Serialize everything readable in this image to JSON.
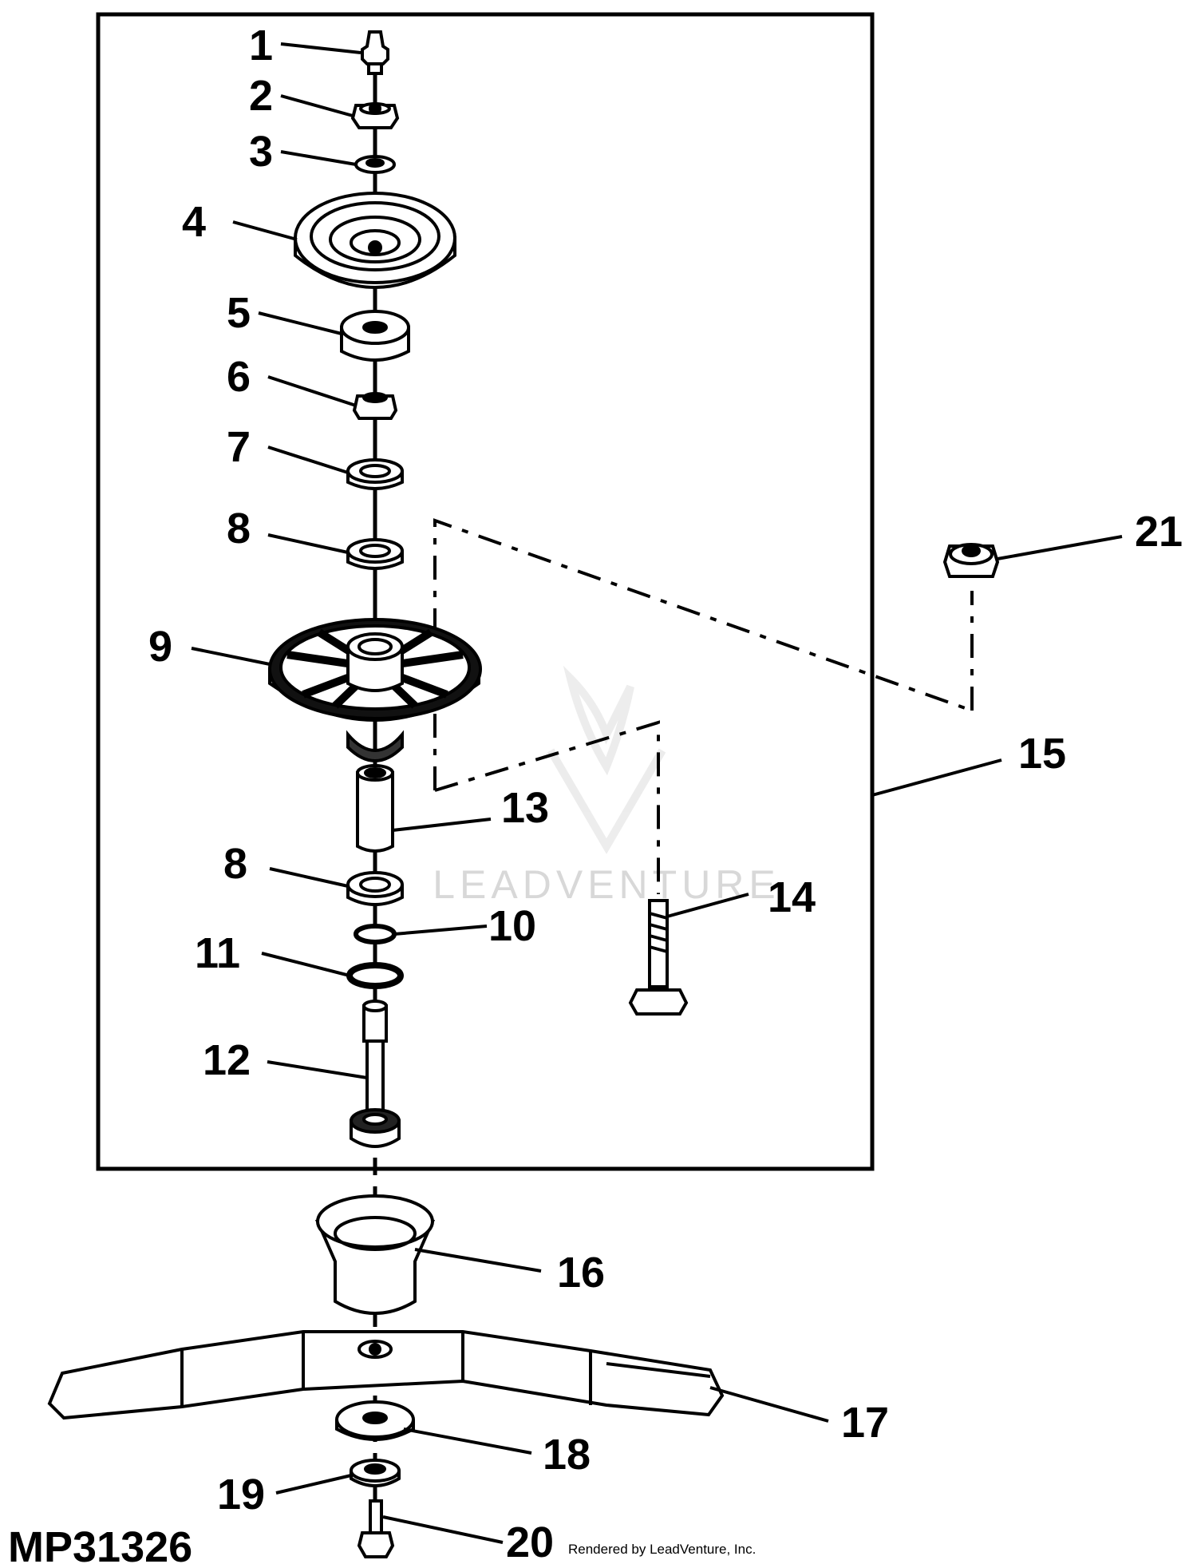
{
  "figure_id": "MP31326",
  "credit": "Rendered by LeadVenture, Inc.",
  "watermark": "LEADVENTURE",
  "callouts": [
    "1",
    "2",
    "3",
    "4",
    "5",
    "6",
    "7",
    "8",
    "9",
    "8",
    "10",
    "11",
    "12",
    "13",
    "14",
    "15",
    "16",
    "17",
    "18",
    "19",
    "20",
    "21"
  ]
}
